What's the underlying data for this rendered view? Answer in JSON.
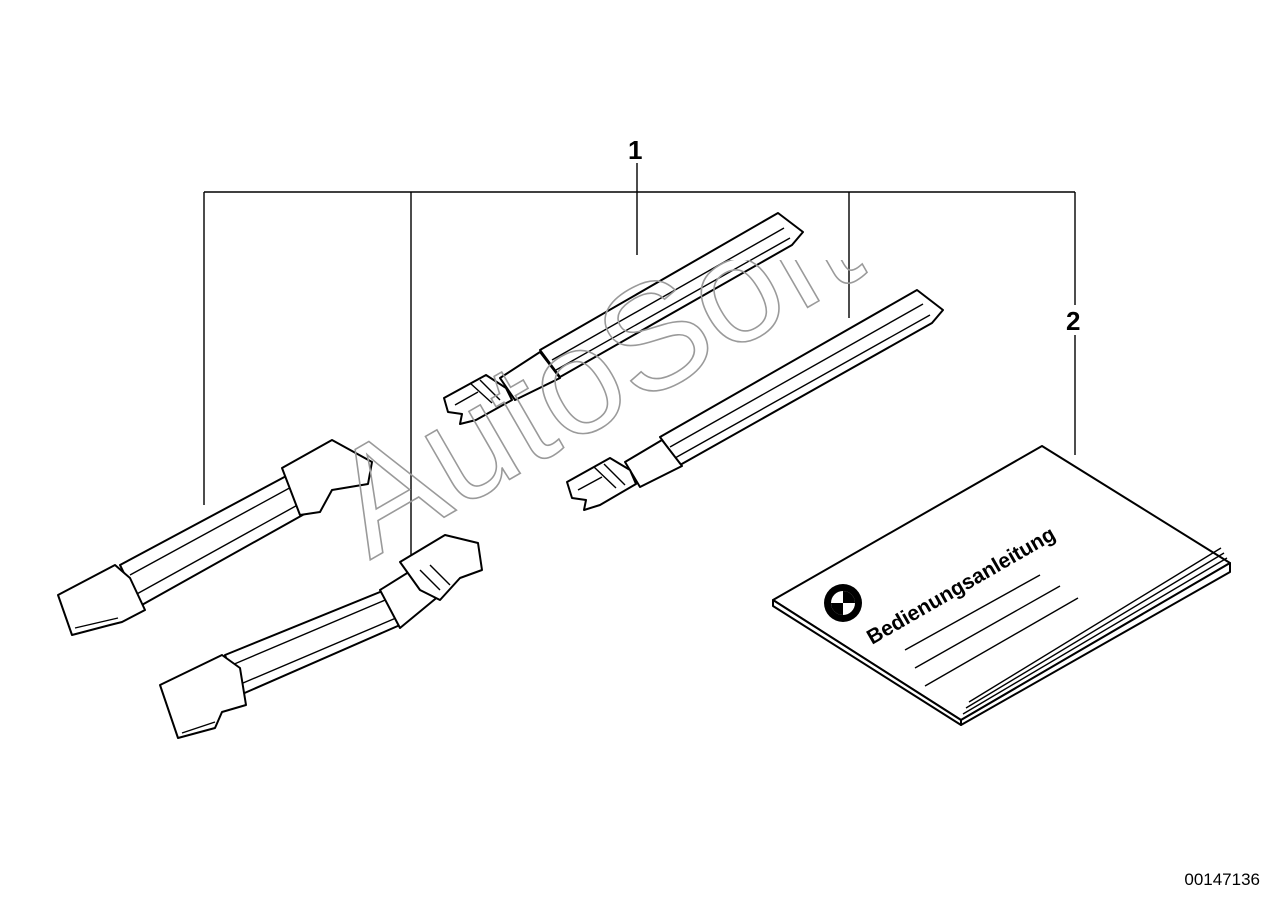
{
  "callouts": {
    "item_1": "1",
    "item_2": "2"
  },
  "booklet": {
    "title": "Bedienungsanleitung",
    "logo_icon": "bmw-roundel-icon"
  },
  "watermark": "AutoSoft",
  "diagram_number": "00147136",
  "colors": {
    "line": "#000000",
    "watermark": "#9a9a9a",
    "background": "#ffffff"
  }
}
